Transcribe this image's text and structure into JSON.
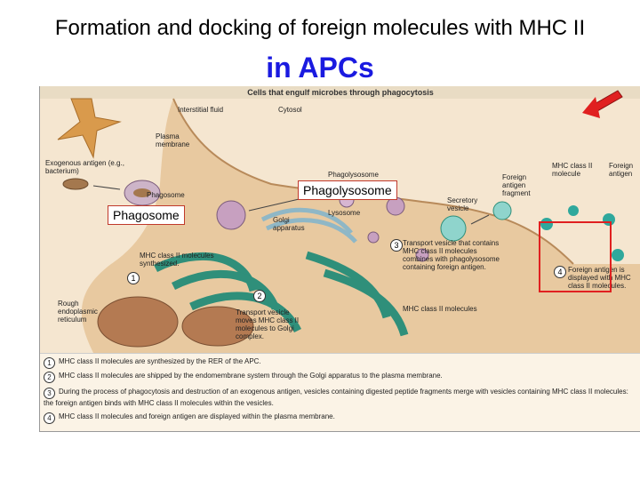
{
  "title_line1": "Formation and docking of foreign molecules with MHC II",
  "title_line2": "in APCs",
  "figure": {
    "header": "Cells that engulf microbes through phagocytosis",
    "labels": {
      "interstitial_fluid": "Interstitial fluid",
      "cytosol": "Cytosol",
      "plasma_membrane": "Plasma membrane",
      "exogenous_antigen": "Exogenous antigen (e.g., bacterium)",
      "phagosome_small": "Phagosome",
      "phagolysosome_small": "Phagolysosome",
      "lysosome": "Lysosome",
      "golgi": "Golgi apparatus",
      "secretory_vesicle": "Secretory vesicle",
      "foreign_antigen_fragment": "Foreign antigen fragment",
      "mhc_class_ii_molecule": "MHC class II molecule",
      "foreign_antigen": "Foreign antigen",
      "mhc_synthesized": "MHC class II molecules synthesized.",
      "transport_vesicle_combines": "Transport vesicle that contains MHC class II molecules combines with phagolysosome containing foreign antigen.",
      "foreign_antigen_displayed": "Foreign antigen is displayed with MHC class II molecules.",
      "rough_er": "Rough endoplasmic reticulum",
      "transport_vesicle_moves": "Transport vesicle moves MHC class II molecules to Golgi complex.",
      "mhc_molecules": "MHC class II molecules"
    },
    "step_numbers": [
      "1",
      "2",
      "3",
      "4"
    ],
    "legend": [
      {
        "num": "1",
        "text": "MHC class II molecules are synthesized by the RER of the APC."
      },
      {
        "num": "2",
        "text": "MHC class II molecules are shipped by the endomembrane system through the Golgi apparatus to the plasma membrane."
      },
      {
        "num": "3",
        "text": "During the process of phagocytosis and destruction of an exogenous antigen, vesicles containing digested peptide fragments merge with vesicles containing MHC class II molecules: the foreign antigen binds with MHC class II molecules within the vesicles."
      },
      {
        "num": "4",
        "text": "MHC class II molecules and foreign antigen are displayed within the plasma membrane."
      }
    ]
  },
  "callouts": {
    "phagolysosome": "Phagolysosome",
    "phagosome": "Phagosome"
  },
  "colors": {
    "title_blue": "#1a1ae0",
    "callout_border": "#c0392b",
    "highlight_red": "#e02020",
    "cell_tan": "#e8c9a0",
    "er_green": "#2f8f7a",
    "vesicle_purple": "#8a5a8a",
    "mhc_teal": "#2fa89c"
  }
}
